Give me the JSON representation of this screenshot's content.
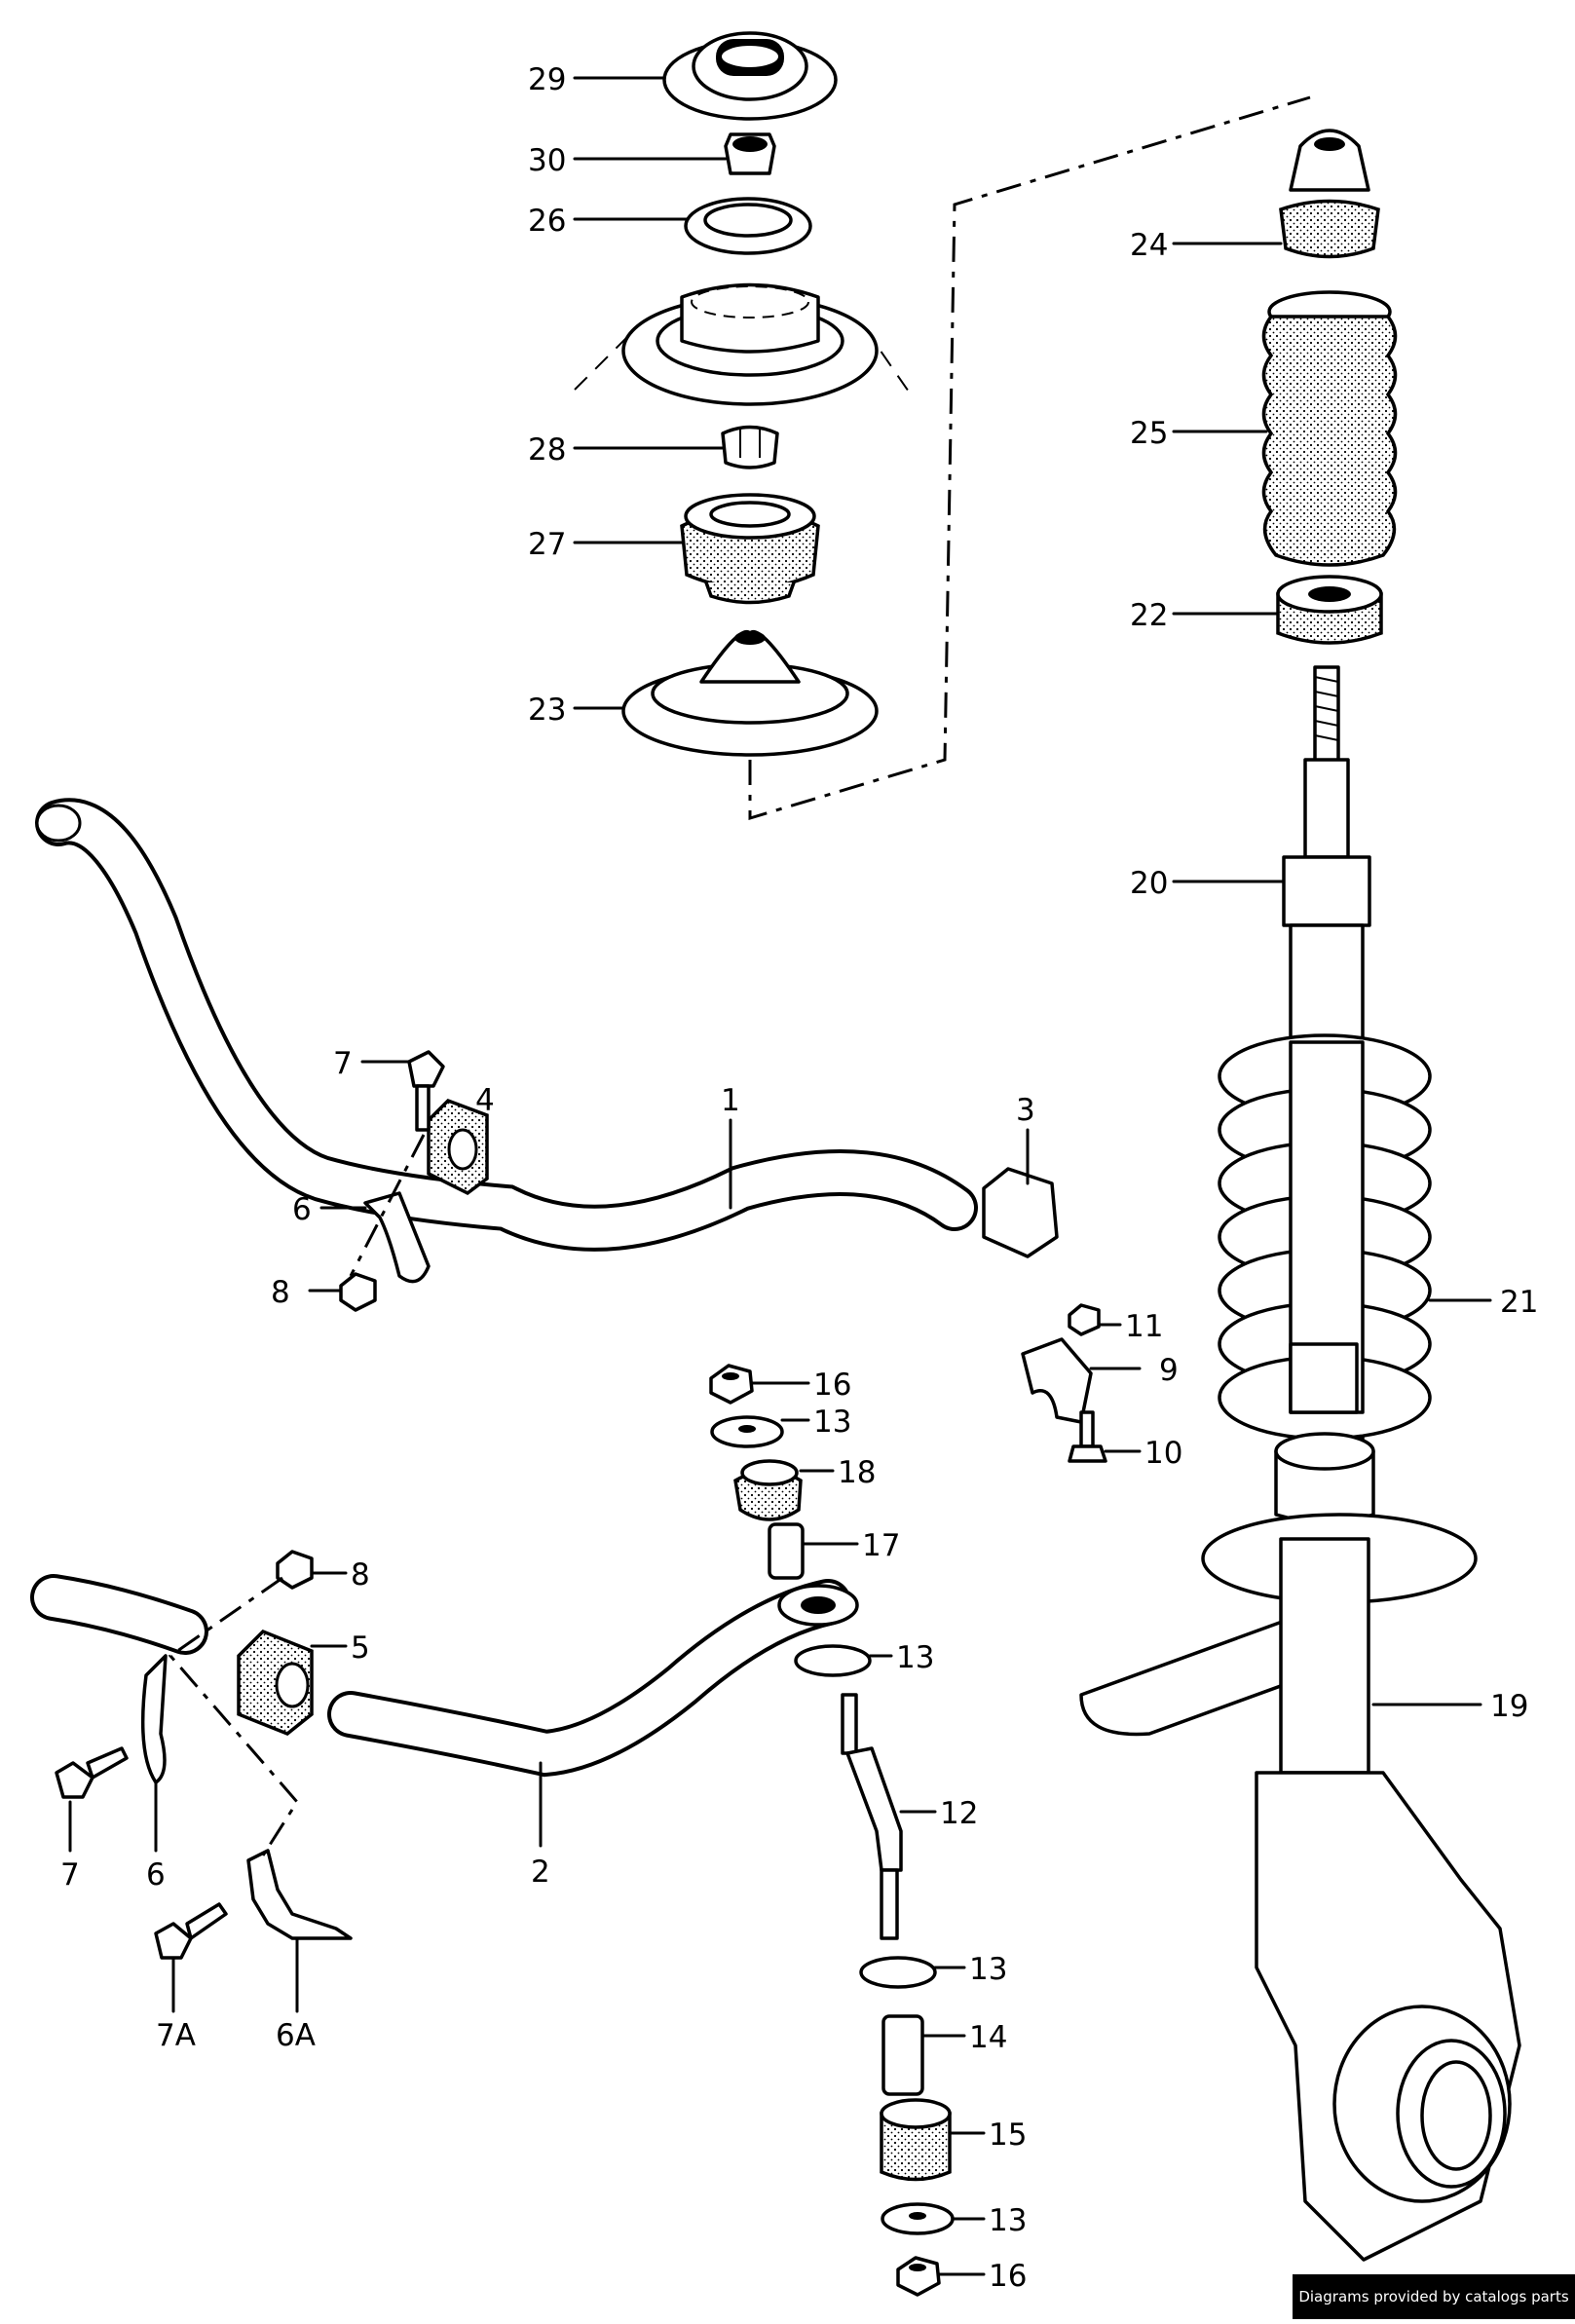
{
  "diagram": {
    "callouts": [
      {
        "id": "29",
        "label": "29"
      },
      {
        "id": "30",
        "label": "30"
      },
      {
        "id": "26",
        "label": "26"
      },
      {
        "id": "28",
        "label": "28"
      },
      {
        "id": "27",
        "label": "27"
      },
      {
        "id": "23",
        "label": "23"
      },
      {
        "id": "24",
        "label": "24"
      },
      {
        "id": "25",
        "label": "25"
      },
      {
        "id": "22",
        "label": "22"
      },
      {
        "id": "20",
        "label": "20"
      },
      {
        "id": "21",
        "label": "21"
      },
      {
        "id": "19",
        "label": "19"
      },
      {
        "id": "1",
        "label": "1"
      },
      {
        "id": "3",
        "label": "3"
      },
      {
        "id": "4",
        "label": "4"
      },
      {
        "id": "7",
        "label": "7"
      },
      {
        "id": "6",
        "label": "6"
      },
      {
        "id": "8",
        "label": "8"
      },
      {
        "id": "11",
        "label": "11"
      },
      {
        "id": "9",
        "label": "9"
      },
      {
        "id": "10",
        "label": "10"
      },
      {
        "id": "16a",
        "label": "16"
      },
      {
        "id": "13a",
        "label": "13"
      },
      {
        "id": "18",
        "label": "18"
      },
      {
        "id": "17",
        "label": "17"
      },
      {
        "id": "13b",
        "label": "13"
      },
      {
        "id": "12",
        "label": "12"
      },
      {
        "id": "13c",
        "label": "13"
      },
      {
        "id": "14",
        "label": "14"
      },
      {
        "id": "15",
        "label": "15"
      },
      {
        "id": "13d",
        "label": "13"
      },
      {
        "id": "16b",
        "label": "16"
      },
      {
        "id": "8b",
        "label": "8"
      },
      {
        "id": "5",
        "label": "5"
      },
      {
        "id": "2",
        "label": "2"
      },
      {
        "id": "7b",
        "label": "7"
      },
      {
        "id": "6b",
        "label": "6"
      },
      {
        "id": "7A",
        "label": "7A"
      },
      {
        "id": "6A",
        "label": "6A"
      }
    ]
  },
  "footer": {
    "credit": "Diagrams provided by catalogs parts"
  }
}
